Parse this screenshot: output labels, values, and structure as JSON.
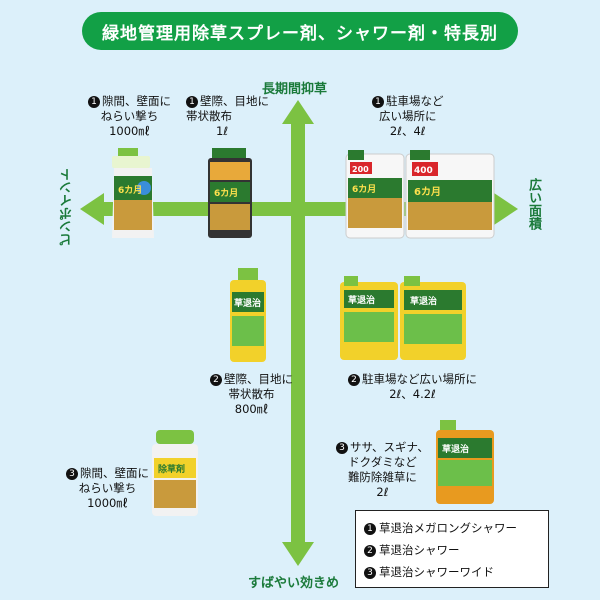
{
  "title": "緑地管理用除草スプレー剤、シャワー剤・特長別",
  "axes": {
    "top": "長期間抑草",
    "bottom": "すばやい効きめ",
    "left": "ピンポイント",
    "right": "広い面積"
  },
  "annotations": [
    {
      "num": "1",
      "lines": [
        "隙間、壁面に",
        "ねらい撃ち",
        "1000㎖"
      ]
    },
    {
      "num": "1",
      "lines": [
        "壁際、目地に",
        "帯状散布",
        "1ℓ"
      ]
    },
    {
      "num": "1",
      "lines": [
        "駐車場など",
        "広い場所に",
        "2ℓ、4ℓ"
      ]
    },
    {
      "num": "2",
      "lines": [
        "壁際、目地に",
        "帯状散布",
        "800㎖"
      ]
    },
    {
      "num": "2",
      "lines": [
        "駐車場など広い場所に",
        "2ℓ、4.2ℓ"
      ]
    },
    {
      "num": "3",
      "lines": [
        "ササ、スギナ、",
        "ドクダミなど",
        "難防除雑草に",
        "2ℓ"
      ]
    },
    {
      "num": "3",
      "lines": [
        "隙間、壁面に",
        "ねらい撃ち",
        "1000㎖"
      ]
    }
  ],
  "products": {
    "p1_spray_label": "6カ月",
    "p1_jug_label": "6カ月",
    "p1_jug_badge": "400",
    "p1_jug_badge2": "200",
    "p2_name": "草退治",
    "p3_name": "草退治",
    "p3_spray_name": "除草剤"
  },
  "legend": [
    {
      "num": "1",
      "label": "草退治メガロングシャワー"
    },
    {
      "num": "2",
      "label": "草退治シャワー"
    },
    {
      "num": "3",
      "label": "草退治シャワーワイド"
    }
  ],
  "colors": {
    "title_bg": "#12a046",
    "arrow": "#7cc242",
    "background": "#dcf0fa",
    "axis_text": "#1a7a3a"
  }
}
